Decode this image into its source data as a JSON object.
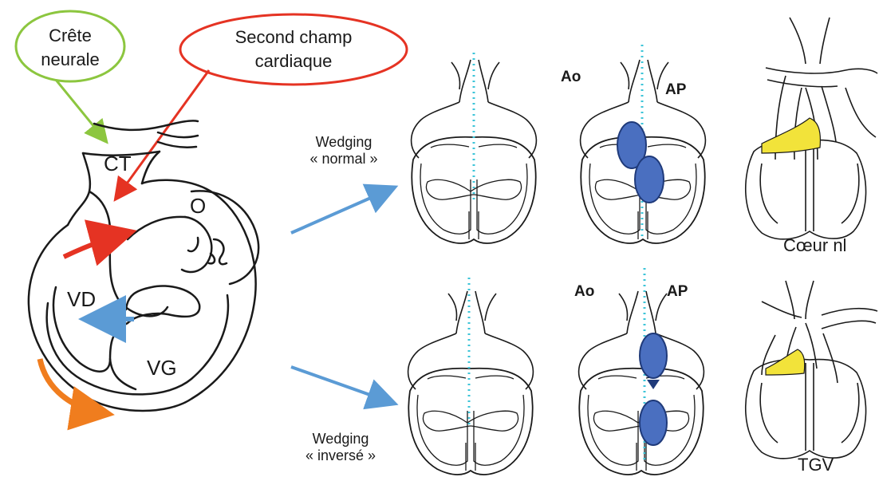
{
  "callouts": {
    "neural_crest": [
      "Crête",
      "neurale"
    ],
    "second_field": [
      "Second champ",
      "cardiaque"
    ]
  },
  "heart_labels": {
    "ct": "CT",
    "o": "O",
    "vd": "VD",
    "vg": "VG"
  },
  "wedging": {
    "normal": [
      "Wedging",
      "« normal »"
    ],
    "inverse": [
      "Wedging",
      "« inversé »"
    ]
  },
  "vessels": {
    "top_ao": "Ao",
    "top_ap": "AP",
    "bottom_ao": "Ao",
    "bottom_ap": "AP"
  },
  "outcomes": {
    "normal": "Cœur nl",
    "tgv": "TGV"
  },
  "colors": {
    "green": "#8cc63f",
    "red": "#e53323",
    "blue_arrow": "#5b9bd5",
    "orange": "#f07d1e",
    "dotted": "#3cc4d8",
    "ellipse_fill": "#4a6fc0",
    "ellipse_stroke": "#1f3a7a",
    "yellow": "#f2e33a"
  }
}
